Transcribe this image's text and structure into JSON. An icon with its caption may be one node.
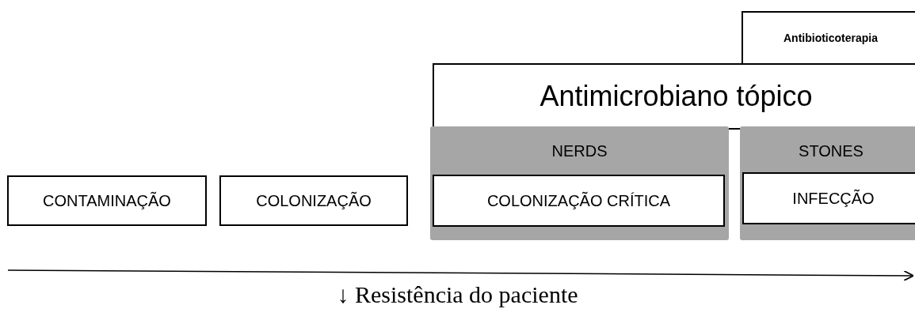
{
  "diagram": {
    "nodes": [
      {
        "text": [
          "Antibioticoterapia"
        ]
      },
      {
        "text": [
          "Antimicrobiano tópico"
        ]
      },
      {
        "text": [
          "CONTAMINAÇÃO"
        ]
      },
      {
        "text": [
          "COLONIZAÇÃO"
        ]
      },
      {
        "text": [
          "NERDS"
        ]
      },
      {
        "text": [
          "COLONIZAÇÃO CRÍTICA"
        ],
        "in": 4
      },
      {
        "text": [
          "STONES"
        ]
      },
      {
        "text": [
          "INFECÇÃO"
        ],
        "in": 6
      }
    ],
    "labels": [
      "↓ Resistência do paciente"
    ]
  }
}
